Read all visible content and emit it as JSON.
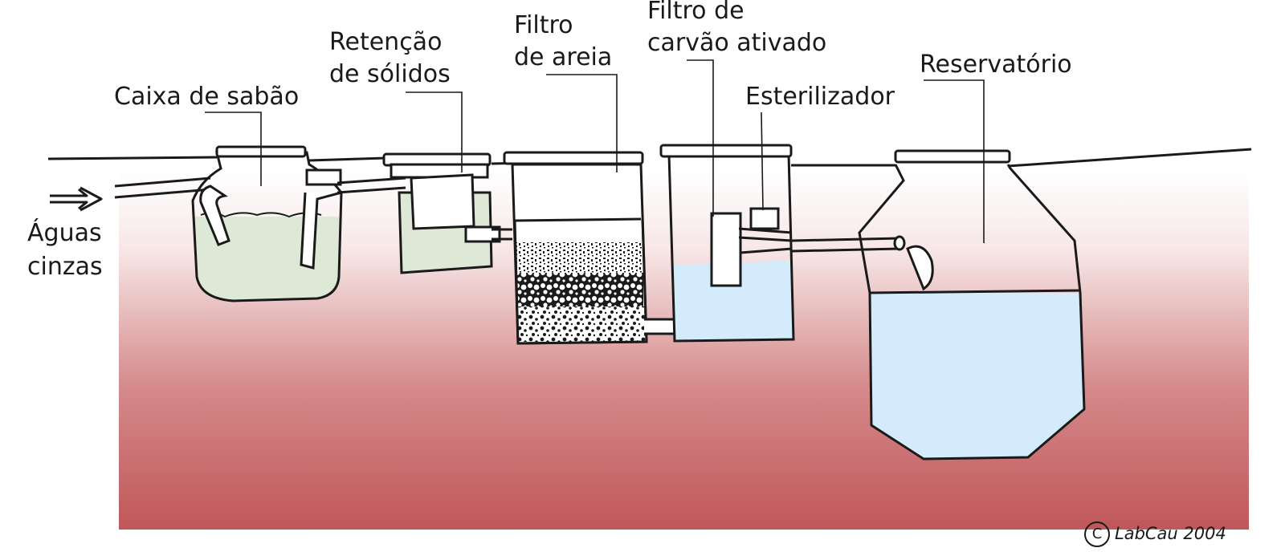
{
  "labels": {
    "inlet_line1": "Águas",
    "inlet_line2": "cinzas",
    "soap_box": "Caixa de sabão",
    "solids_line1": "Retenção",
    "solids_line2": "de sólidos",
    "sand_line1": "Filtro",
    "sand_line2": "de areia",
    "carbon_line1": "Filtro de",
    "carbon_line2": "carvão ativado",
    "sterilizer": "Esterilizador",
    "reservoir": "Reservatório"
  },
  "copyright": {
    "symbol": "C",
    "text": "LabCau 2004"
  },
  "colors": {
    "soil_top": "#ffffff",
    "soil_bottom": "#c0575a",
    "grey_water": "#dde8d6",
    "clean_water": "#d3ebfa",
    "outline": "#1a1a1a"
  },
  "icons": [
    "flow-arrow-icon",
    "copyright-icon"
  ]
}
